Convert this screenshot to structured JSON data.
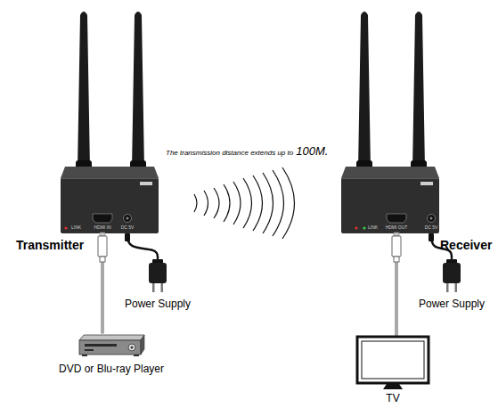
{
  "diagram": {
    "nodes": [
      {
        "text": [
          "Transmitter",
          "LINK",
          "HDMI IN",
          "DC 5V"
        ]
      },
      {
        "text": [
          "Power Supply"
        ]
      },
      {
        "text": [
          "DVD or Blu-ray Player"
        ]
      },
      {
        "text": [
          "Receiver",
          "LINK",
          "HDMI OUT",
          "DC 5V"
        ]
      },
      {
        "text": [
          "Power Supply"
        ]
      },
      {
        "text": [
          "TV"
        ]
      }
    ],
    "edges": [
      {
        "from": 2,
        "to": 0,
        "arrow": "none"
      },
      {
        "from": 1,
        "to": 0,
        "arrow": "none"
      },
      {
        "from": 3,
        "to": 5,
        "arrow": "none"
      },
      {
        "from": 4,
        "to": 3,
        "arrow": "none"
      }
    ],
    "labels": [
      "The transmission distance extends up to",
      "100M."
    ]
  }
}
